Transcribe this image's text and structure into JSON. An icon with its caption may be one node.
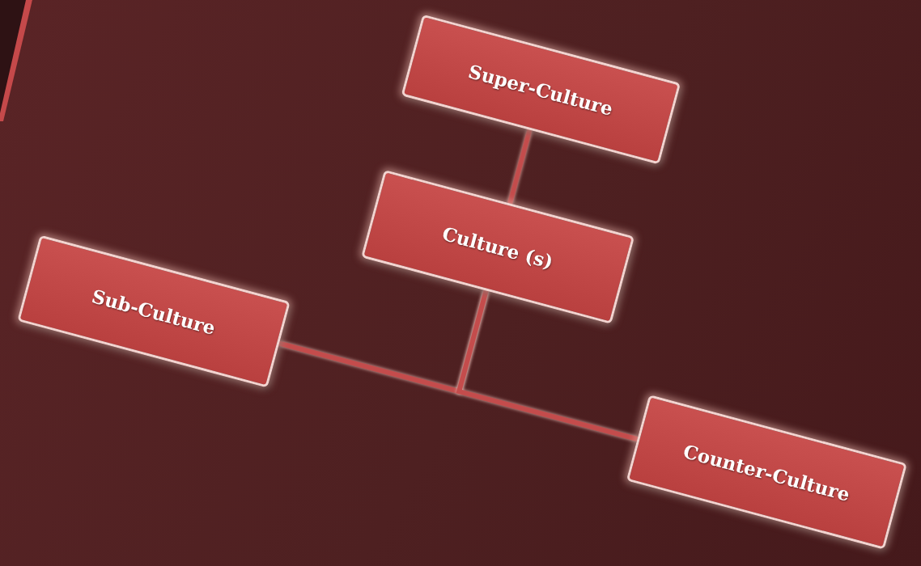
{
  "diagram": {
    "nodes": [
      {
        "text": [
          "Super-Culture"
        ]
      },
      {
        "text": [
          "Culture (s)"
        ]
      },
      {
        "text": [
          "Sub-Culture"
        ]
      },
      {
        "text": [
          "Counter-Culture"
        ]
      }
    ],
    "edges": [
      {
        "from": 0,
        "to": 1,
        "arrow": "none"
      },
      {
        "from": 1,
        "to": 2,
        "arrow": "none"
      },
      {
        "from": 1,
        "to": 3,
        "arrow": "none"
      }
    ]
  }
}
